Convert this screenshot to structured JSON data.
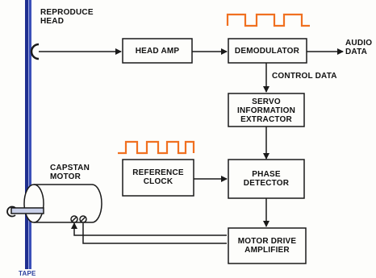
{
  "labels": {
    "reproduce_head": [
      "REPRODUCE",
      "HEAD"
    ],
    "head_amp": "HEAD AMP",
    "demodulator": "DEMODULATOR",
    "audio_data": [
      "AUDIO",
      "DATA"
    ],
    "control_data": "CONTROL DATA",
    "servo_extractor": [
      "SERVO",
      "INFORMATION",
      "EXTRACTOR"
    ],
    "reference_clock": [
      "REFERENCE",
      "CLOCK"
    ],
    "phase_detector": [
      "PHASE",
      "DETECTOR"
    ],
    "capstan_motor": [
      "CAPSTAN",
      "MOTOR"
    ],
    "motor_drive_amplifier": [
      "MOTOR DRIVE",
      "AMPLIFIER"
    ],
    "tape": "TAPE"
  },
  "colors": {
    "tape": "#1f2f8f",
    "pulse_wave": "#f07020",
    "line": "#1a1a1a"
  }
}
